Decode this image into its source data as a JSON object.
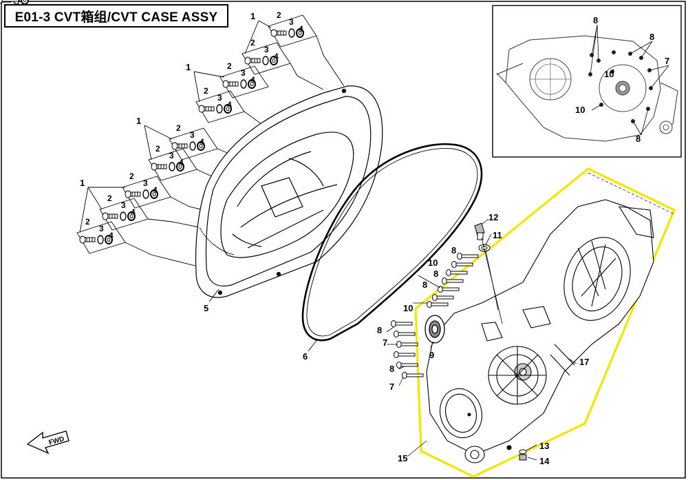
{
  "title": "E01-3 CVT箱组/CVT CASE ASSY",
  "fwd_label": "FWD",
  "callouts": {
    "c1": "1",
    "c2": "2",
    "c3": "3",
    "c4": "4",
    "c5": "5",
    "c6": "6",
    "c7": "7",
    "c8": "8",
    "c9": "9",
    "c10": "10",
    "c11": "11",
    "c12": "12",
    "c13": "13",
    "c14": "14",
    "c15": "15",
    "c17": "17"
  },
  "colors": {
    "highlight": "#f5e600",
    "line": "#000000",
    "inset_border": "#000000"
  }
}
